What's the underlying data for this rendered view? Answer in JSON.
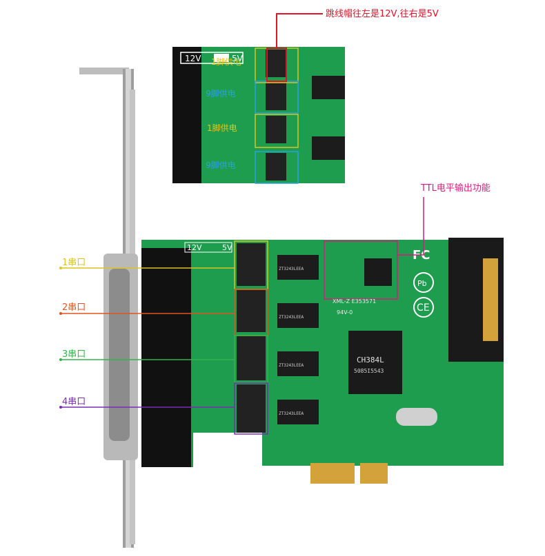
{
  "annotations": {
    "jumper_note": "跳线帽往左是12V,往右是5V",
    "ttl_note": "TTL电平输出功能",
    "serial_1": "1串口",
    "serial_2": "2串口",
    "serial_3": "3串口",
    "serial_4": "4串口"
  },
  "inset": {
    "voltage_12": "12V",
    "voltage_5": "5V",
    "pin1_power": "1脚供电",
    "pin9_power": "9脚供电"
  },
  "board": {
    "voltage_12": "12V",
    "voltage_5": "5V",
    "chip_main": "CH384L",
    "chip_main_code": "5085I5543",
    "model": "XML-Z E353571",
    "rev": "94V-0",
    "fc_mark": "FC",
    "ce_mark": "CE",
    "pb_mark": "Pb",
    "driver_ic": "ZT3243LEEA"
  },
  "colors": {
    "pcb": "#1f9d4f",
    "pcb_dark": "#168a40",
    "red": "#e0132a",
    "magenta": "#d81b7e",
    "yellow": "#d9c421",
    "orange": "#e0541f",
    "green": "#33b34a",
    "purple": "#7a2cb3",
    "blue": "#2aa0e6"
  }
}
